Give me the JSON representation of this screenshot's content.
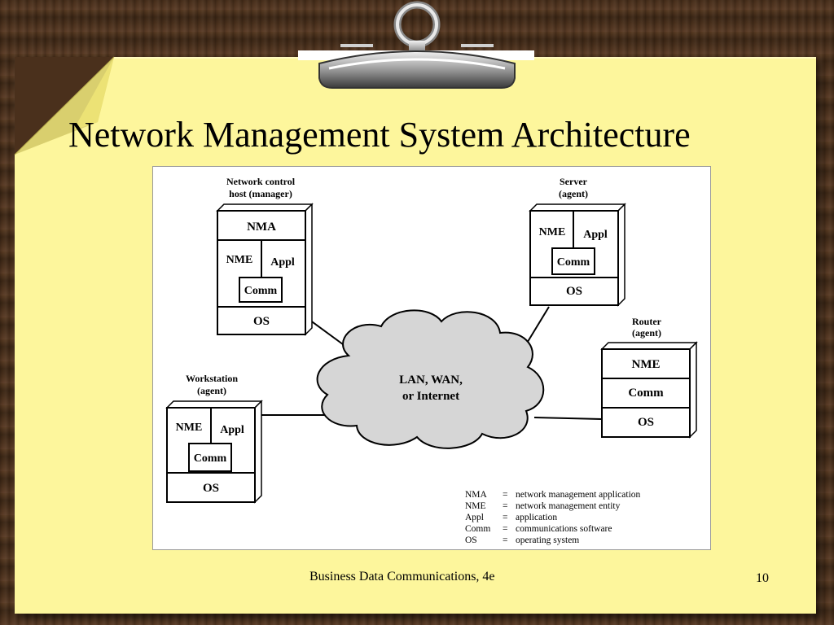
{
  "slide": {
    "title": "Network Management System Architecture",
    "footer": "Business Data Communications, 4e",
    "page_number": "10"
  },
  "diagram": {
    "manager": {
      "label_line1": "Network control",
      "label_line2": "host (manager)",
      "nma": "NMA",
      "nme": "NME",
      "appl": "Appl",
      "comm": "Comm",
      "os": "OS"
    },
    "server": {
      "label_line1": "Server",
      "label_line2": "(agent)",
      "nme": "NME",
      "appl": "Appl",
      "comm": "Comm",
      "os": "OS"
    },
    "router": {
      "label_line1": "Router",
      "label_line2": "(agent)",
      "nme": "NME",
      "comm": "Comm",
      "os": "OS"
    },
    "workstation": {
      "label_line1": "Workstation",
      "label_line2": "(agent)",
      "nme": "NME",
      "appl": "Appl",
      "comm": "Comm",
      "os": "OS"
    },
    "cloud": {
      "line1": "LAN, WAN,",
      "line2": "or Internet"
    },
    "legend": [
      {
        "abbr": "NMA",
        "eq": "=",
        "desc": "network management application"
      },
      {
        "abbr": "NME",
        "eq": "=",
        "desc": "network management entity"
      },
      {
        "abbr": "Appl",
        "eq": "=",
        "desc": "application"
      },
      {
        "abbr": "Comm",
        "eq": "=",
        "desc": "communications software"
      },
      {
        "abbr": "OS",
        "eq": "=",
        "desc": "operating system"
      }
    ]
  },
  "colors": {
    "paper": "#fdf69c",
    "cloud": "#d6d6d6"
  }
}
